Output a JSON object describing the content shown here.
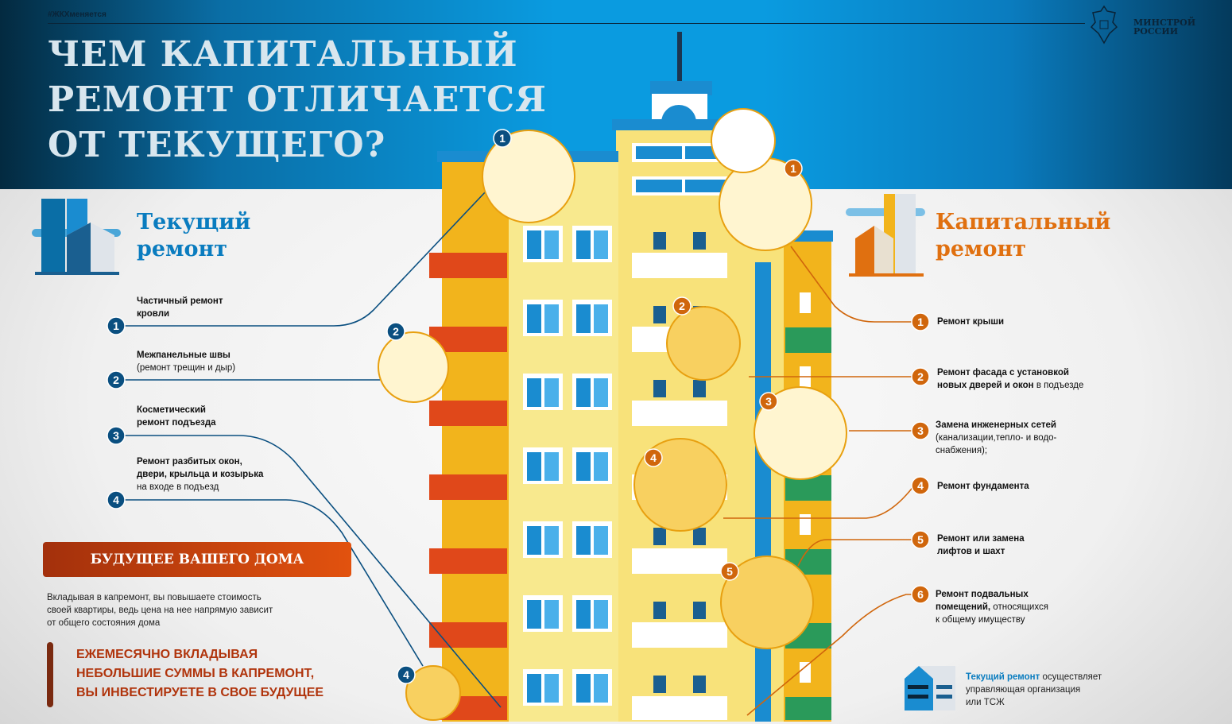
{
  "header": {
    "hashtag": "#ЖКХменяется",
    "ministry_line1": "МИНСТРОЙ",
    "ministry_line2": "РОССИИ",
    "title_lines": [
      "ЧЕМ КАПИТАЛЬНЫЙ",
      "РЕМОНТ ОТЛИЧАЕТСЯ",
      "ОТ ТЕКУЩЕГО?"
    ]
  },
  "current": {
    "title_line1": "Текущий",
    "title_line2": "ремонт",
    "accent": "#0a7cbf",
    "items": [
      {
        "num": "1",
        "bold1": "Частичный ремонт",
        "bold2": "кровли",
        "normal": ""
      },
      {
        "num": "2",
        "bold1": "Межпанельные швы",
        "bold2": "",
        "normal": "(ремонт трещин и дыр)"
      },
      {
        "num": "3",
        "bold1": "Косметический",
        "bold2": "ремонт подъезда",
        "normal": ""
      },
      {
        "num": "4",
        "bold1": "Ремонт разбитых окон,",
        "bold2": "двери, крыльца и козырька",
        "normal": "на входе в подъезд"
      }
    ]
  },
  "capital": {
    "title_line1": "Капитальный",
    "title_line2": "ремонт",
    "accent": "#e07010",
    "items": [
      {
        "num": "1",
        "bold1": "Ремонт крыши",
        "bold2": "",
        "normal1": "",
        "normal2": ""
      },
      {
        "num": "2",
        "bold1": "Ремонт фасада с установкой",
        "bold2": "новых дверей и окон",
        "normal1": " в подъезде",
        "normal2": ""
      },
      {
        "num": "3",
        "bold1": "Замена инженерных сетей",
        "bold2": "",
        "normal1": "(канализации,тепло- и водо-",
        "normal2": "снабжения);"
      },
      {
        "num": "4",
        "bold1": "Ремонт фундамента",
        "bold2": "",
        "normal1": "",
        "normal2": ""
      },
      {
        "num": "5",
        "bold1": "Ремонт или замена",
        "bold2": "лифтов и шахт",
        "normal1": "",
        "normal2": ""
      },
      {
        "num": "6",
        "bold1": "Ремонт подвальных",
        "bold2": "помещений,",
        "normal1": " относящихся",
        "normal2": "к общему имуществу"
      }
    ]
  },
  "future": {
    "label": "БУДУЩЕЕ ВАШЕГО ДОМА",
    "desc": [
      "Вкладывая в капремонт, вы повышаете стоимость",
      "своей квартиры, ведь цена на нее напрямую зависит",
      "от общего состояния дома"
    ],
    "invest": [
      "ЕЖЕМЕСЯЧНО ВКЛАДЫВАЯ",
      "НЕБОЛЬШИЕ СУММЫ В КАПРЕМОНТ,",
      "ВЫ ИНВЕСТИРУЕТЕ В СВОЕ БУДУЩЕЕ"
    ]
  },
  "note": {
    "bold": "Текущий ремонт",
    "rest1": " осуществляет",
    "rest2": "управляющая организация",
    "rest3": "или ТСЖ"
  }
}
